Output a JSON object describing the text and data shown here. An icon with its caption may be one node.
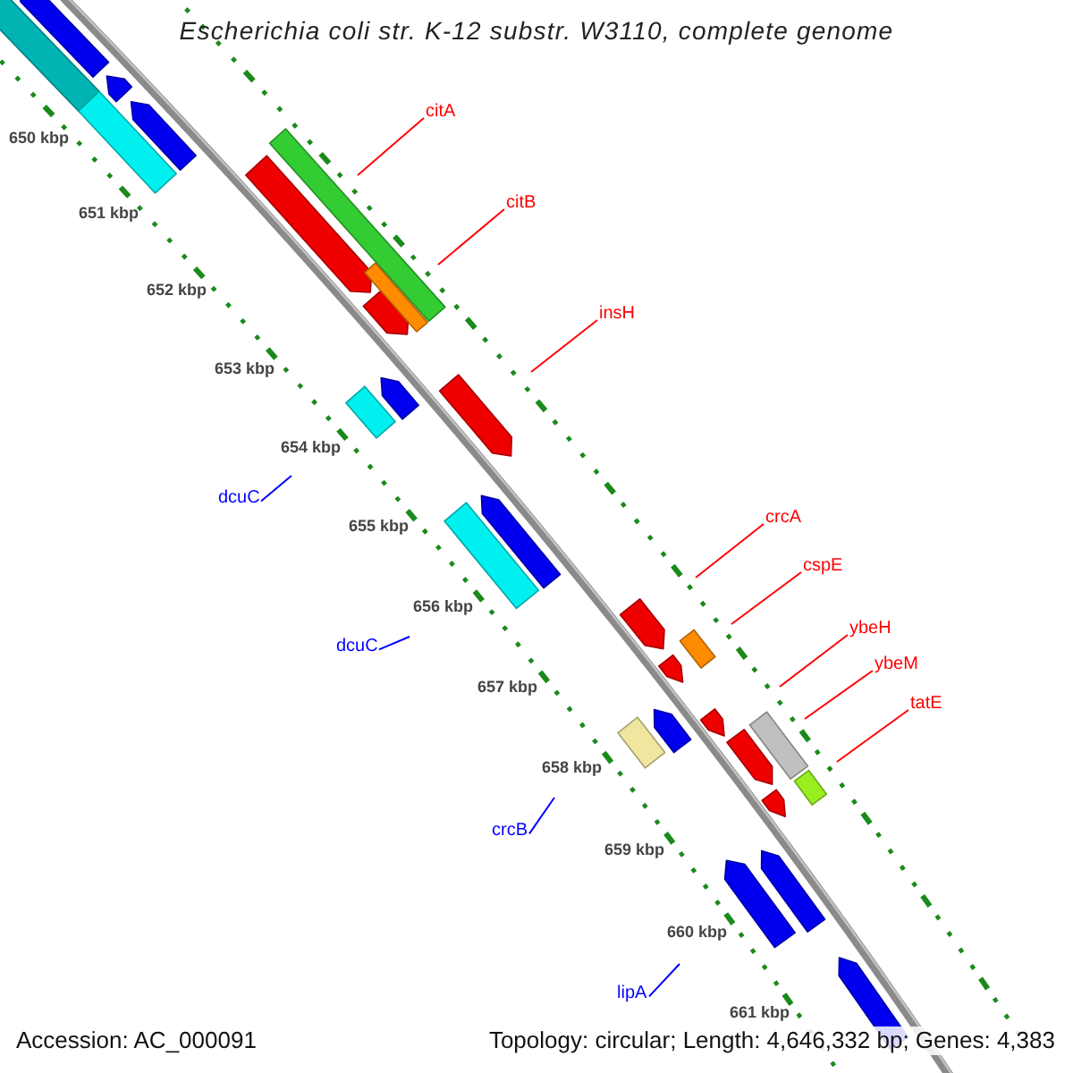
{
  "diagram": {
    "title": "Escherichia coli str. K-12 substr. W3110, complete genome",
    "nodes": [
      {
        "text": [
          "citA"
        ]
      },
      {
        "text": [
          "citB"
        ]
      },
      {
        "text": [
          "insH"
        ]
      },
      {
        "text": [
          "crcA"
        ]
      },
      {
        "text": [
          "cspE"
        ]
      },
      {
        "text": [
          "ybeH"
        ]
      },
      {
        "text": [
          "ybeM"
        ]
      },
      {
        "text": [
          "tatE"
        ]
      },
      {
        "text": [
          "dcuC"
        ]
      },
      {
        "text": [
          "dcuC"
        ]
      },
      {
        "text": [
          "crcB"
        ]
      },
      {
        "text": [
          "lipA"
        ]
      }
    ],
    "edges": [
      {
        "from": 0,
        "to": null,
        "arrow": "none"
      },
      {
        "from": 1,
        "to": null,
        "arrow": "none"
      },
      {
        "from": 2,
        "to": null,
        "arrow": "none"
      },
      {
        "from": 3,
        "to": null,
        "arrow": "none"
      },
      {
        "from": 4,
        "to": null,
        "arrow": "none"
      },
      {
        "from": 5,
        "to": null,
        "arrow": "none"
      },
      {
        "from": 6,
        "to": null,
        "arrow": "none"
      },
      {
        "from": 7,
        "to": null,
        "arrow": "none"
      },
      {
        "from": 8,
        "to": null,
        "arrow": "none",
        "color": "#0000ff"
      },
      {
        "from": 9,
        "to": null,
        "arrow": "none",
        "color": "#0000ff"
      },
      {
        "from": 10,
        "to": null,
        "arrow": "none",
        "color": "#0000ff"
      },
      {
        "from": 11,
        "to": null,
        "arrow": "none",
        "color": "#0000ff"
      }
    ],
    "labels": [
      "650 kbp",
      "651 kbp",
      "652 kbp",
      "653 kbp",
      "654 kbp",
      "655 kbp",
      "656 kbp",
      "657 kbp",
      "658 kbp",
      "659 kbp",
      "660 kbp",
      "661 kbp",
      "Accession: AC_000091",
      "Topology: circular; Length: 4,646,332 bp; Genes: 4,383"
    ]
  }
}
